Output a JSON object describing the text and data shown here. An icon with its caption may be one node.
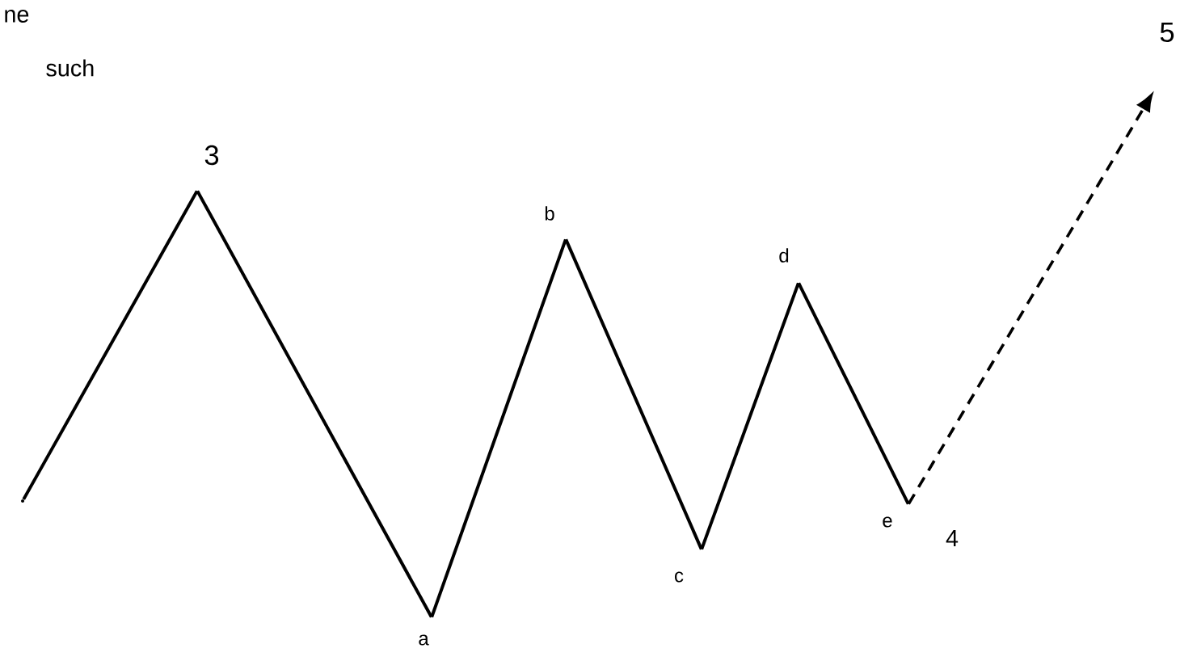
{
  "diagram": {
    "nodes": [
      {
        "text": [],
        "shape": "point"
      },
      {
        "text": [
          "3"
        ]
      },
      {
        "text": [
          "a"
        ]
      },
      {
        "text": [
          "b"
        ]
      },
      {
        "text": [
          "c"
        ]
      },
      {
        "text": [
          "d"
        ]
      },
      {
        "text": [
          "e"
        ],
        "beside": [
          "4"
        ]
      },
      {
        "text": [
          "5"
        ]
      }
    ],
    "edges": [
      {
        "from": 0,
        "to": 1,
        "arrow": "none"
      },
      {
        "from": 1,
        "to": 2,
        "arrow": "none"
      },
      {
        "from": 2,
        "to": 3,
        "arrow": "none"
      },
      {
        "from": 3,
        "to": 4,
        "arrow": "none"
      },
      {
        "from": 4,
        "to": 5,
        "arrow": "none"
      },
      {
        "from": 5,
        "to": 6,
        "arrow": "none"
      },
      {
        "from": 6,
        "to": 7,
        "arrow": "to",
        "style": "dashed"
      }
    ],
    "labels": [
      "ne",
      "such"
    ]
  }
}
